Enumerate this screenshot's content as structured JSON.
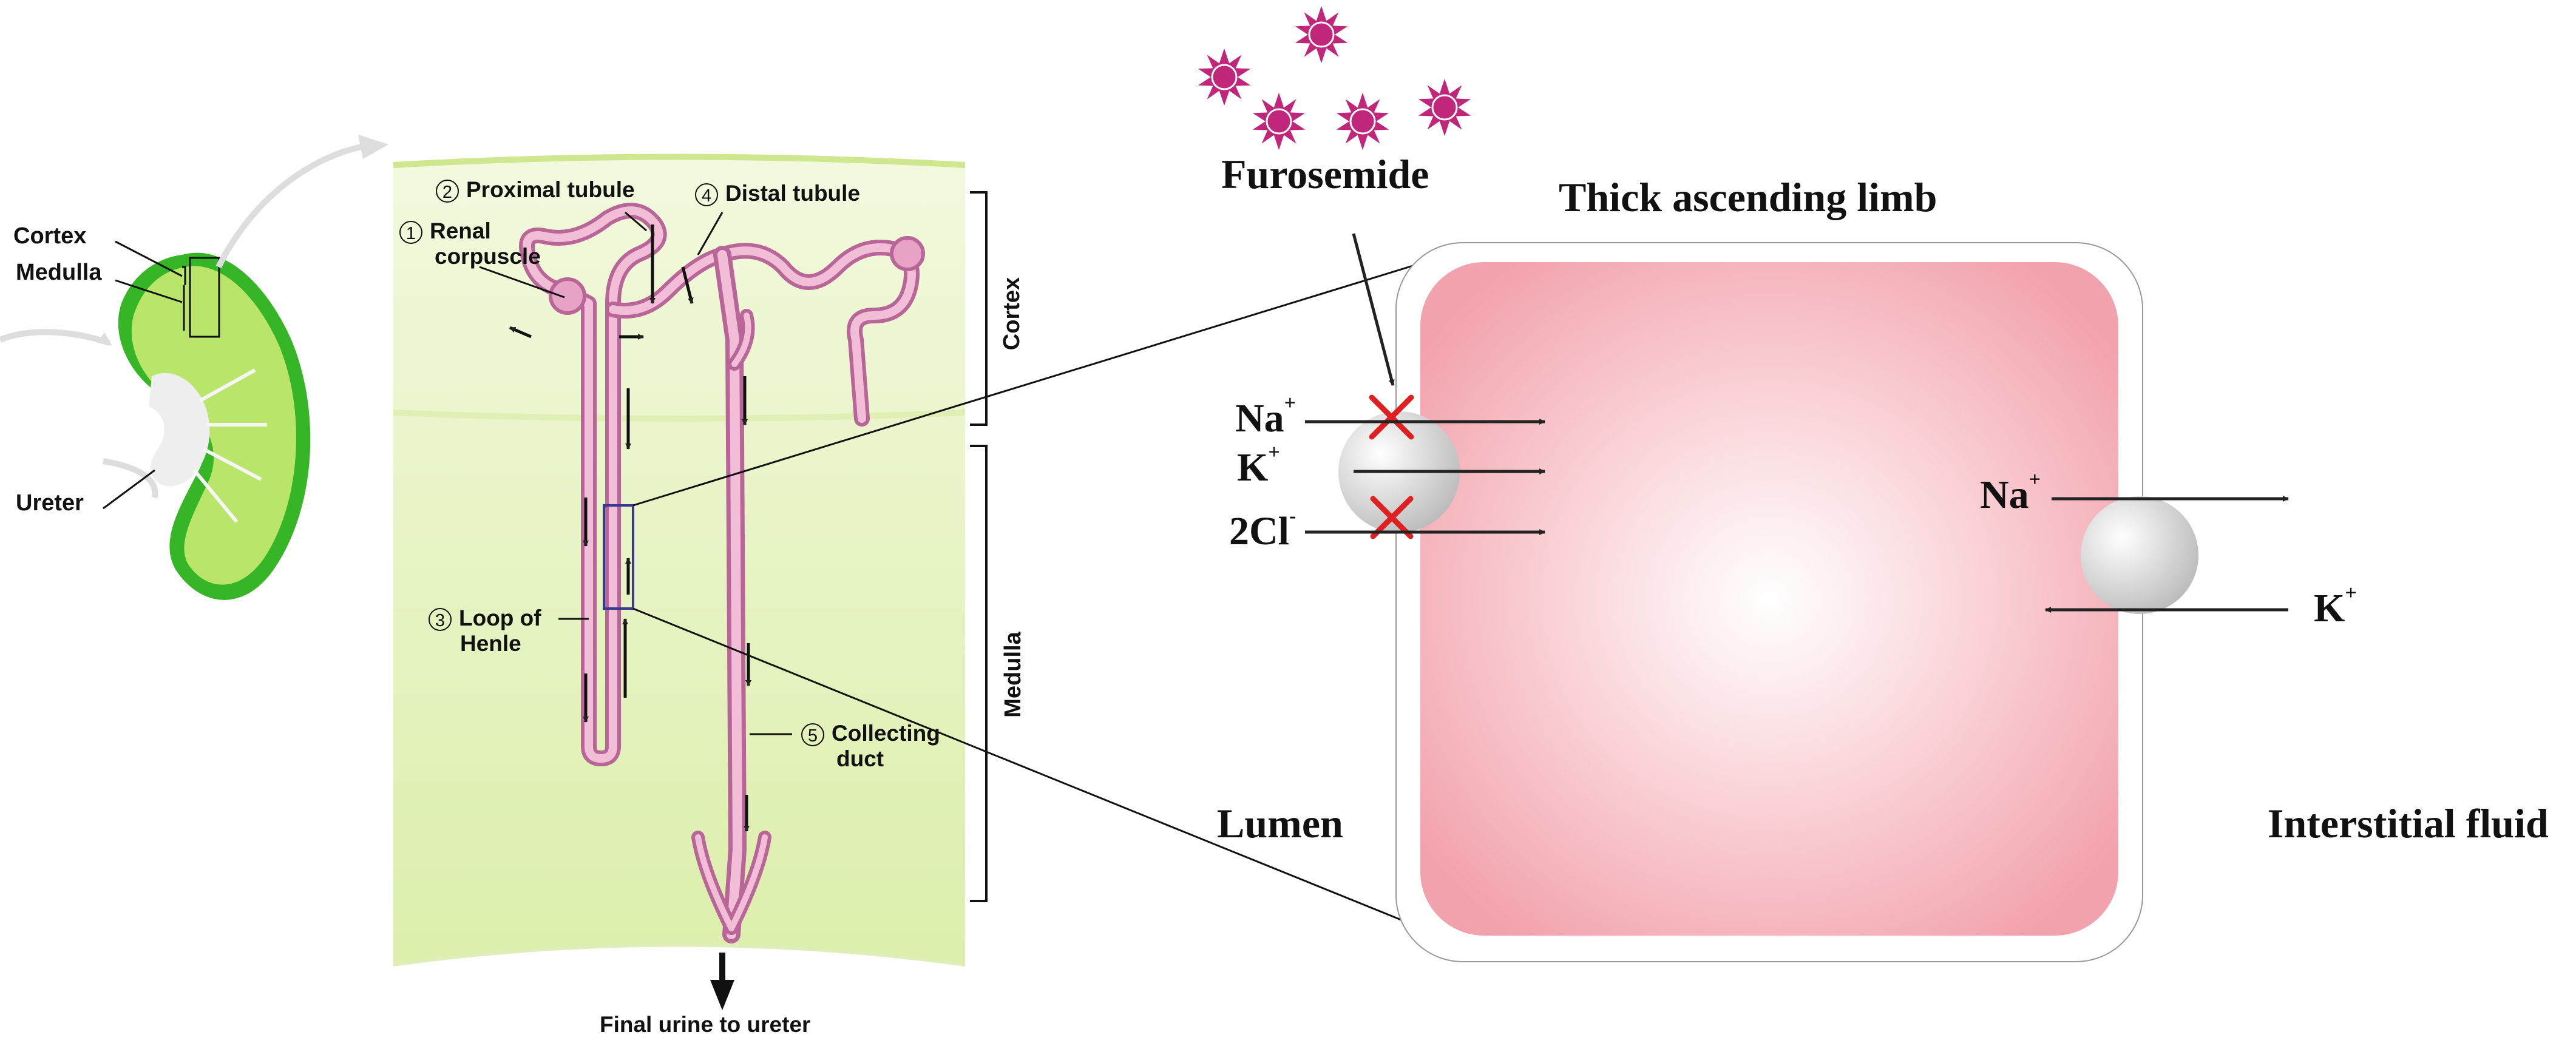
{
  "kidney": {
    "cortex_label": "Cortex",
    "medulla_label": "Medulla",
    "ureter_label": "Ureter"
  },
  "nephron": {
    "proximal_tubule": {
      "number": "2",
      "label": "Proximal tubule"
    },
    "distal_tubule": {
      "number": "4",
      "label": "Distal tubule"
    },
    "renal_corpuscle": {
      "number": "1",
      "line1": "Renal",
      "line2": "corpuscle"
    },
    "loop_of_henle": {
      "number": "3",
      "line1": "Loop of",
      "line2": "Henle"
    },
    "collecting_duct": {
      "number": "5",
      "line1": "Collecting",
      "line2": "duct"
    },
    "side_cortex": "Cortex",
    "side_medulla": "Medulla",
    "final_urine": "Final urine to ureter"
  },
  "cell": {
    "drug": "Furosemide",
    "title": "Thick ascending limb",
    "lumen": "Lumen",
    "interstitial": "Interstitial fluid",
    "ions_lumen": [
      {
        "symbol": "Na",
        "charge": "+"
      },
      {
        "symbol": "K",
        "charge": "+"
      },
      {
        "symbol": "2Cl",
        "charge": "-"
      }
    ],
    "ion_out": {
      "symbol": "Na",
      "charge": "+"
    },
    "ion_in": {
      "symbol": "K",
      "charge": "+"
    }
  },
  "colors": {
    "tubule": "#d98cb6",
    "tissue": "#e6f3c4",
    "cell_fill": "#f2a7b0",
    "drug": "#c0267a",
    "block": "#e02020"
  }
}
